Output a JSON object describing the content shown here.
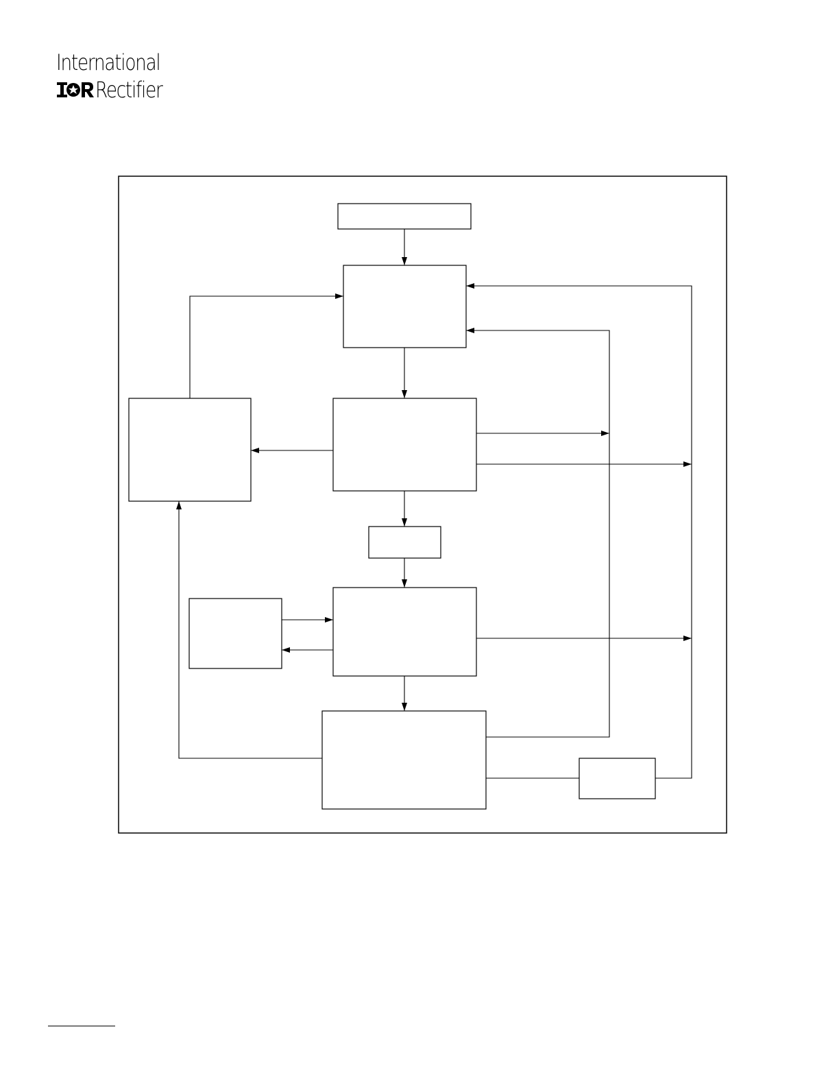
{
  "header": {
    "company_line1": "International",
    "company_line2": "Rectifier",
    "logo_mark": "IOR"
  },
  "diagram": {
    "blocks": [
      {
        "id": "top-input",
        "label": ""
      },
      {
        "id": "block-a",
        "label": ""
      },
      {
        "id": "block-b",
        "label": ""
      },
      {
        "id": "left-block",
        "label": ""
      },
      {
        "id": "small-mid",
        "label": ""
      },
      {
        "id": "block-c",
        "label": ""
      },
      {
        "id": "side-block",
        "label": ""
      },
      {
        "id": "bottom-block",
        "label": ""
      },
      {
        "id": "bottom-right-small",
        "label": ""
      }
    ]
  }
}
